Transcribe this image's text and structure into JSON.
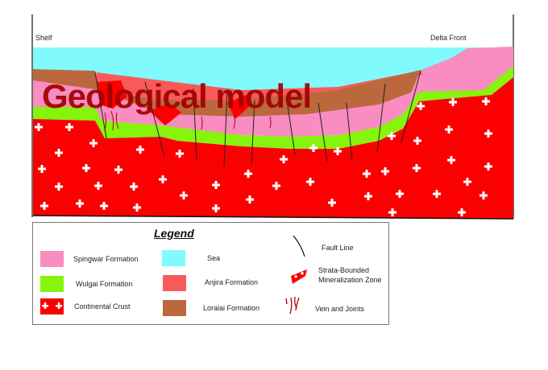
{
  "diagram": {
    "title": "Geological model",
    "labels": {
      "left": "Shelf",
      "right": "Delta Front"
    },
    "colors": {
      "sea": "#80fafc",
      "spingwar": "#f98cc0",
      "wulgai": "#86f40c",
      "crust": "#fb0000",
      "anjira": "#f85a5a",
      "loralai": "#bb683d",
      "title": "#a30000"
    }
  },
  "legend": {
    "title": "Legend",
    "items": [
      {
        "label": "Spingwar Formation",
        "color": "#f98cc0"
      },
      {
        "label": "Wulgai Formation",
        "color": "#86f40c"
      },
      {
        "label": "Continental Crust",
        "color": "#fb0000"
      },
      {
        "label": "Sea",
        "color": "#80fafc"
      },
      {
        "label": "Anjira Formation",
        "color": "#f85a5a"
      },
      {
        "label": "Loralai Formation",
        "color": "#bb683d"
      },
      {
        "label": "Fault Line"
      },
      {
        "label_line1": "Strata-Bounded",
        "label_line2": "Mineralization Zone"
      },
      {
        "label": "Vein and Joints"
      }
    ]
  }
}
